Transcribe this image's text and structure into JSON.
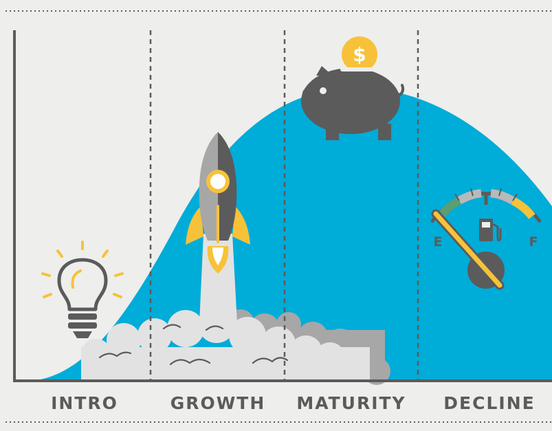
{
  "stages": [
    {
      "label": "INTRO"
    },
    {
      "label": "GROWTH"
    },
    {
      "label": "MATURITY"
    },
    {
      "label": "DECLINE"
    }
  ],
  "gauge": {
    "empty_label": "E",
    "full_label": "F"
  },
  "coin": {
    "symbol": "$"
  },
  "icons": {
    "intro": "lightbulb-icon",
    "growth": "rocket-icon",
    "maturity": "piggy-bank-icon",
    "decline": "fuel-gauge-icon"
  },
  "colors": {
    "background": "#eeeeec",
    "curve": "#00acd8",
    "text": "#5b5b5b",
    "accent": "#f7c23a",
    "smoke_light": "#e2e2e2",
    "smoke_dark": "#a7a7a7"
  }
}
